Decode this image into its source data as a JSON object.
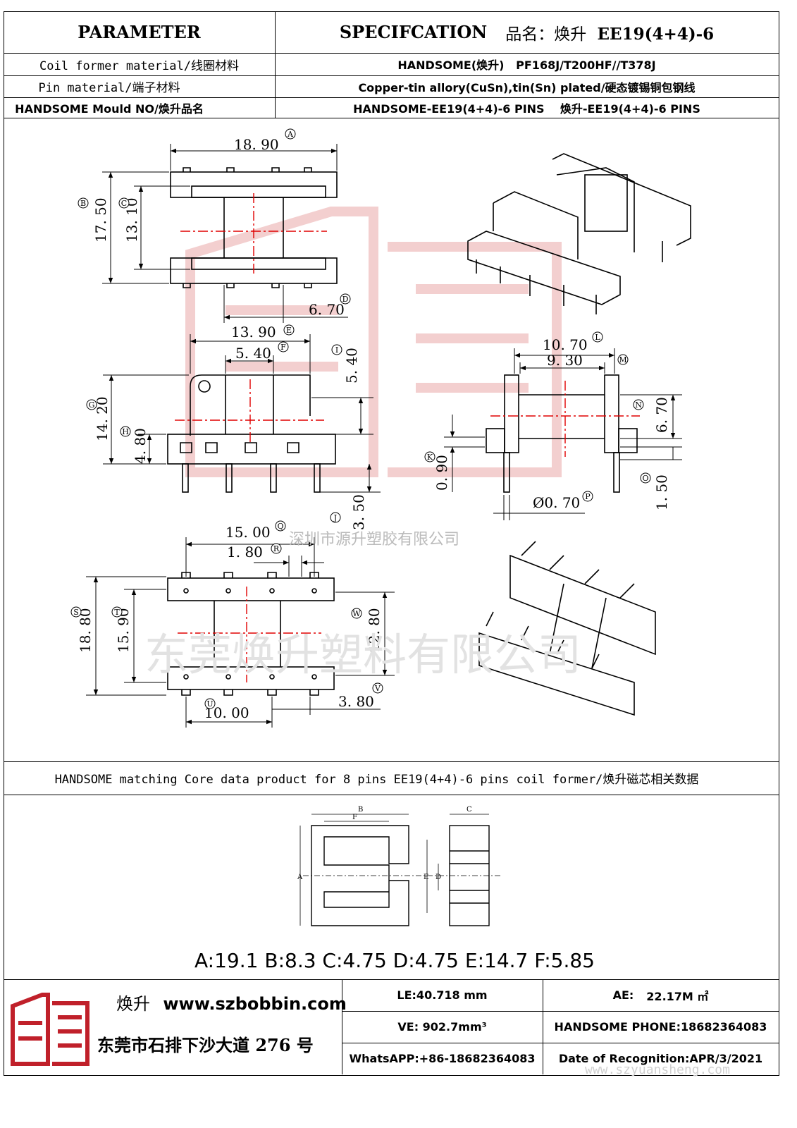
{
  "header": {
    "parameter": "PARAMETER",
    "spec_title": "SPECIFCATION",
    "product_label": "品名：焕升",
    "product_code": "EE19(4+4)-6"
  },
  "rows": [
    {
      "label": "Coil former material/线圈材料",
      "value": "HANDSOME(焕升)   PF168J/T200HF//T378J"
    },
    {
      "label": "Pin material/端子材料",
      "value": "Copper-tin allory(CuSn),tin(Sn) plated/硬态镀锡铜包钢线"
    },
    {
      "label": "HANDSOME Mould NO/焕升品名",
      "value": "HANDSOME-EE19(4+4)-6 PINS    焕升-EE19(4+4)-6 PINS"
    }
  ],
  "dimensions": {
    "A": "18. 90",
    "B": "17. 50",
    "C": "13. 10",
    "D": "6. 70",
    "E": "13. 90",
    "F": "5. 40",
    "G": "14. 20",
    "H": "4. 80",
    "I": "5. 40",
    "J": "3. 50",
    "K": "0. 90",
    "L": "10. 70",
    "M": "9. 30",
    "N": "6. 70",
    "O": "1. 50",
    "P": "Ø0. 70",
    "Q": "15. 00",
    "R": "1. 80",
    "S": "18. 80",
    "T": "15. 90",
    "U": "10. 00",
    "V": "3. 80",
    "W": "12. 80"
  },
  "watermarks": {
    "small": "深圳市源升塑胶有限公司",
    "large": "东莞焕升塑料有限公司",
    "url": "www.szyuansheng.com"
  },
  "core_section": {
    "title": "HANDSOME matching Core data  product for 8 pins EE19(4+4)-6 pins coil former/焕升磁芯相关数据",
    "core_labels": {
      "A": "A",
      "B": "B",
      "C": "C",
      "D": "D",
      "E": "E",
      "F": "F"
    },
    "values": "A:19.1 B:8.3 C:4.75 D:4.75 E:14.7 F:5.85"
  },
  "footer": {
    "brand": "焕升",
    "website": "www.szbobbin.com",
    "address": "东莞市石排下沙大道 276 号",
    "le": "LE:40.718 mm",
    "ae_label": "AE:",
    "ae_value": "22.17M ㎡",
    "ve": "VE: 902.7mm³",
    "phone": "HANDSOME PHONE:18682364083",
    "whatsapp": "WhatsAPP:+86-18682364083",
    "date": "Date of Recognition:APR/3/2021"
  },
  "colors": {
    "centerline": "#e00000",
    "line": "#000000",
    "watermark": "#d6d6d6",
    "logo": "#c0202a"
  }
}
